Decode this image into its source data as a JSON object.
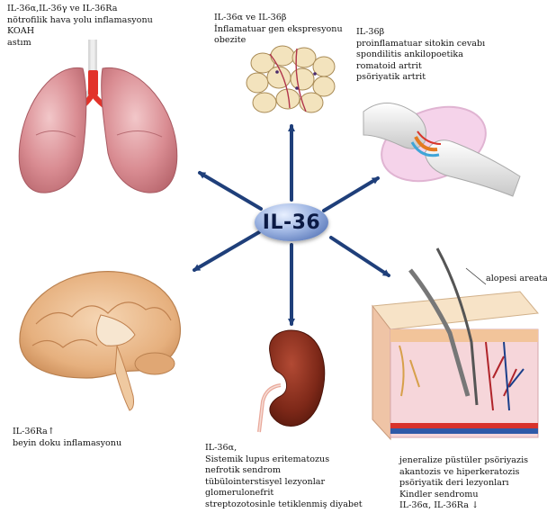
{
  "center_label": "IL-36",
  "lung": {
    "lines": [
      "IL-36α,IL-36γ ve IL-36Ra",
      "nötrofilik hava yolu inflamasyonu",
      "KOAH",
      "astım"
    ]
  },
  "fat": {
    "lines": [
      "IL-36α ve IL-36β",
      "İnflamatuar gen ekspresyonu",
      "obezite"
    ]
  },
  "joint": {
    "lines": [
      "IL-36β",
      "proinflamatuar sitokin cevabı",
      "spondilitis ankilopoetika",
      "romatoid artrit",
      "psöriyatik artrit"
    ]
  },
  "brain": {
    "lines": [
      "IL-36Ra↑",
      "beyin doku inflamasyonu"
    ]
  },
  "kidney": {
    "lines": [
      "IL-36α,",
      "Sistemik lupus eritematozus",
      "nefrotik sendrom",
      "tübülointerstisyel lezyonlar",
      "glomerulonefrit",
      "streptozotosinle tetiklenmiş diyabet"
    ]
  },
  "skin": {
    "callout": "alopesi areata",
    "lines": [
      "jeneralize püstüler psöriyazis",
      "akantozis ve hiperkeratozis",
      "psöriyatik deri lezyonları",
      "Kindler sendromu",
      "IL-36α, IL-36Ra ↓"
    ]
  },
  "colors": {
    "arrow": "#1f3f7a",
    "lung": "#d98c92",
    "trachea": "#e2332a",
    "kidney": "#8b2f1f",
    "brain": "#e9b88c"
  }
}
